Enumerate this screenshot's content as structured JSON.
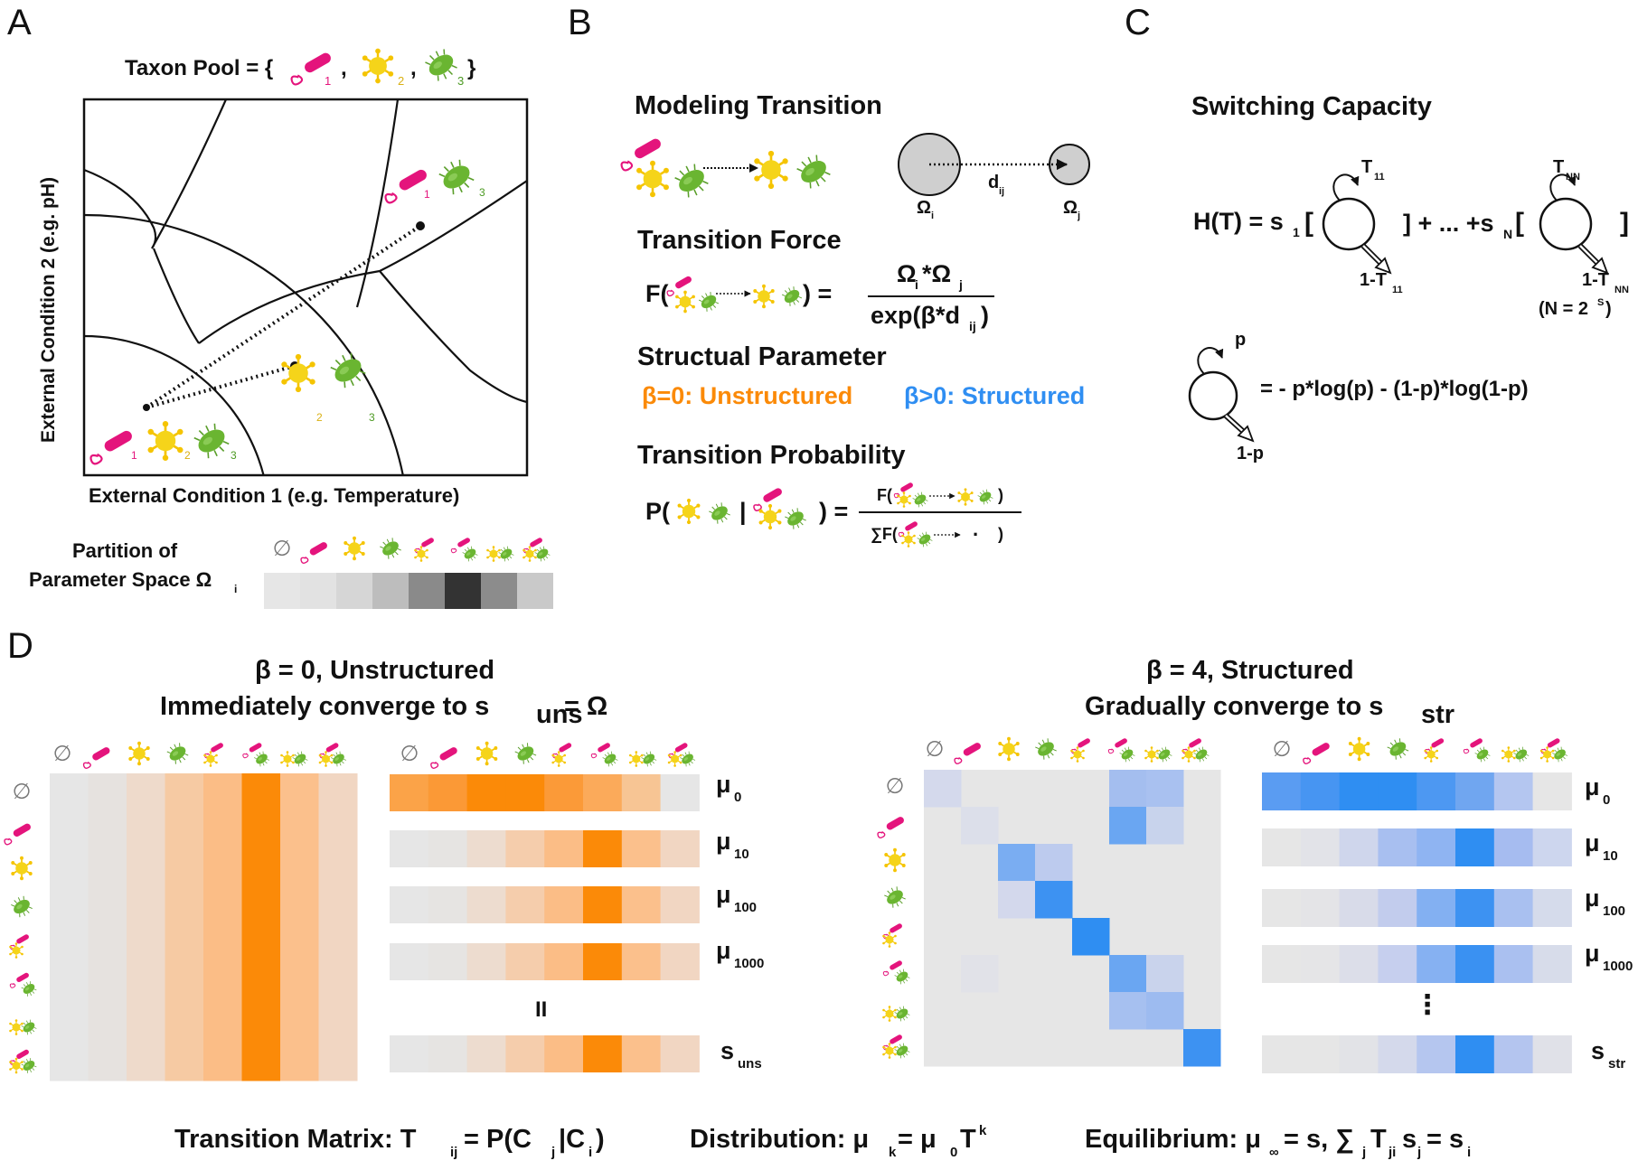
{
  "panel_labels": {
    "a": "A",
    "b": "B",
    "c": "C",
    "d": "D"
  },
  "panel_a": {
    "taxon_pool_label": "Taxon Pool = {",
    "taxon_pool_close": "}",
    "comma": ",",
    "taxon_nums": [
      "1",
      "2",
      "3"
    ],
    "ylabel": "External Condition 2 (e.g. pH)",
    "xlabel": "External Condition 1 (e.g. Temperature)",
    "partition_label_1": "Partition of",
    "partition_label_2": "Parameter Space Ω",
    "partition_sub": "i",
    "empty_set": "∅",
    "partition_gray_levels": [
      "#e6e6e6",
      "#e2e2e2",
      "#d6d6d6",
      "#bdbdbd",
      "#8a8a8a",
      "#333333",
      "#8c8c8c",
      "#c9c9c9"
    ]
  },
  "panel_b": {
    "modeling_transition": "Modeling Transition",
    "omega_i": "Ω",
    "omega_i_sub": "i",
    "omega_j": "Ω",
    "omega_j_sub": "j",
    "d_ij": "d",
    "d_ij_sub": "ij",
    "transition_force": "Transition Force",
    "force_lhs_open": "F(",
    "force_lhs_close": ") =",
    "force_num_a": "Ω",
    "force_num_a_sub": "i",
    "force_num_star": "*Ω",
    "force_num_b_sub": "j",
    "force_den": "exp(β*d",
    "force_den_sub": "ij",
    "force_den_close": ")",
    "structural_parameter": "Structual Parameter",
    "beta_unstructured": "β=0: Unstructured",
    "beta_structured": "β>0: Structured",
    "transition_probability": "Transition Probability",
    "prob_lhs_open": "P(",
    "prob_bar": "|",
    "prob_lhs_close": ") =",
    "prob_num_open": "F(",
    "prob_num_close": ")",
    "prob_den_sum": "∑F(",
    "prob_den_dot": "·",
    "prob_den_close": ")"
  },
  "panel_c": {
    "title": "Switching Capacity",
    "h_lhs": "H(T) = s",
    "h_lhs_sub": "1",
    "bracket_open": "[",
    "bracket_close": "]",
    "h_mid": "] + ... +s",
    "h_mid_sub": "N",
    "t11": "T",
    "t11_sub": "11",
    "one_minus_t11": "1-T",
    "one_minus_t11_sub": "11",
    "tnn": "T",
    "tnn_sub": "NN",
    "one_minus_tnn": "1-T",
    "one_minus_tnn_sub": "NN",
    "n_eq": "(N = 2",
    "n_eq_sup": "S",
    "n_eq_close": ")",
    "p": "p",
    "entropy": "= - p*log(p) - (1-p)*log(1-p)",
    "one_minus_p": "1-p"
  },
  "panel_d": {
    "left_title_1": "β = 0, Unstructured",
    "left_title_2": "Immediately converge to s",
    "left_title_2_sub": "uns",
    "left_title_2_tail": " = Ω",
    "right_title_1": "β = 4, Structured",
    "right_title_2": "Gradually converge to s",
    "right_title_2_sub": "str",
    "mu": "μ",
    "mu_subs": [
      "0",
      "10",
      "100",
      "1000"
    ],
    "s": "s",
    "s_uns_sub": "uns",
    "s_str_sub": "str",
    "equals_vertical": "II",
    "vdots": "⋮",
    "orange_base": "#e6e6e6",
    "orange_matrix_columns": [
      "#e6e6e6",
      "#e6e2df",
      "#eedacb",
      "#f6caa3",
      "#fbbd86",
      "#fb8a08",
      "#fbc08c",
      "#f1d6c2"
    ],
    "orange_mu0": [
      "#fba348",
      "#fb9936",
      "#fb8a08",
      "#fb8a08",
      "#fb9a38",
      "#fbaa5a",
      "#f7c594",
      "#e6e6e6"
    ],
    "orange_mu_k": [
      "#e6e6e6",
      "#e6e4e2",
      "#eddccf",
      "#f5cdac",
      "#fbbd86",
      "#fb8a08",
      "#fbc08c",
      "#f1d6c2"
    ],
    "blue_mu0": [
      "#5a9cf2",
      "#4795f2",
      "#2f8ef2",
      "#2f8ef2",
      "#4d98f2",
      "#70a6f0",
      "#b4c6f0",
      "#e6e6e6"
    ],
    "blue_mu10": [
      "#e6e6e6",
      "#e2e3e8",
      "#cfd6ec",
      "#a8bff0",
      "#8fb4f2",
      "#2f8ef2",
      "#a6bcf0",
      "#cdd6ee"
    ],
    "blue_mu100": [
      "#e6e6e6",
      "#e4e4e7",
      "#d8dbe9",
      "#c2cced",
      "#83b0f2",
      "#3d92f2",
      "#a9c0f0",
      "#d5dbeb"
    ],
    "blue_mu1000": [
      "#e6e6e6",
      "#e5e5e7",
      "#dcdee9",
      "#c6cfee",
      "#86b1f2",
      "#3a91f2",
      "#aac0f0",
      "#d7dcea"
    ],
    "blue_s": [
      "#e6e6e6",
      "#e6e6e6",
      "#e2e3e7",
      "#d4d9eb",
      "#b5c6ef",
      "#2f8ef2",
      "#b4c5ef",
      "#e0e1e8"
    ],
    "blue_matrix_cells": [
      {
        "row": 0,
        "col": 0,
        "color": "#d4d9ec"
      },
      {
        "row": 0,
        "col": 5,
        "color": "#a4beef"
      },
      {
        "row": 0,
        "col": 6,
        "color": "#a9c1f0"
      },
      {
        "row": 1,
        "col": 1,
        "color": "#dcdfea"
      },
      {
        "row": 1,
        "col": 5,
        "color": "#6aa6f2"
      },
      {
        "row": 1,
        "col": 6,
        "color": "#c8d3ec"
      },
      {
        "row": 2,
        "col": 2,
        "color": "#7aadf2"
      },
      {
        "row": 2,
        "col": 3,
        "color": "#bdcbee"
      },
      {
        "row": 3,
        "col": 2,
        "color": "#d3d8ec"
      },
      {
        "row": 3,
        "col": 3,
        "color": "#3d92f2"
      },
      {
        "row": 4,
        "col": 4,
        "color": "#2f8ef2"
      },
      {
        "row": 5,
        "col": 1,
        "color": "#e1e2e8"
      },
      {
        "row": 5,
        "col": 5,
        "color": "#6aa6f2"
      },
      {
        "row": 5,
        "col": 6,
        "color": "#c9d3ec"
      },
      {
        "row": 6,
        "col": 5,
        "color": "#a6c0f0"
      },
      {
        "row": 6,
        "col": 6,
        "color": "#9dbbf0"
      },
      {
        "row": 7,
        "col": 7,
        "color": "#3d92f2"
      }
    ]
  },
  "footer": {
    "tm_text": "Transition Matrix: T",
    "tm_sub": "ij",
    "tm_eq": " = P(C",
    "tm_sub_j": "j",
    "tm_bar": "|C",
    "tm_sub_i": "i",
    "tm_close": ")",
    "dist_text": "Distribution: μ",
    "dist_sub_k": "k",
    "dist_eq": " = μ",
    "dist_sub_0": "0",
    "dist_T": "T",
    "dist_sup_k": "k",
    "eq_text": "Equilibrium: μ",
    "eq_sub_inf": "∞",
    "eq_mid": "= s, ∑",
    "eq_sub_j": "j",
    "eq_T": "T",
    "eq_sub_ji": "ji",
    "eq_s": "s",
    "eq_sub_j2": "j",
    "eq_eq": "= s",
    "eq_sub_i": "i"
  },
  "colors": {
    "pink": "#e4147c",
    "yellow": "#f5d41a",
    "green": "#6ab531",
    "gold": "#d9b013",
    "orange": "#fb8a08",
    "blue": "#2f8ef2",
    "gray": "#e6e6e6"
  },
  "icons": [
    "empty-set-icon",
    "pink-bacterium-icon",
    "yellow-virus-icon",
    "green-bacterium-icon"
  ]
}
